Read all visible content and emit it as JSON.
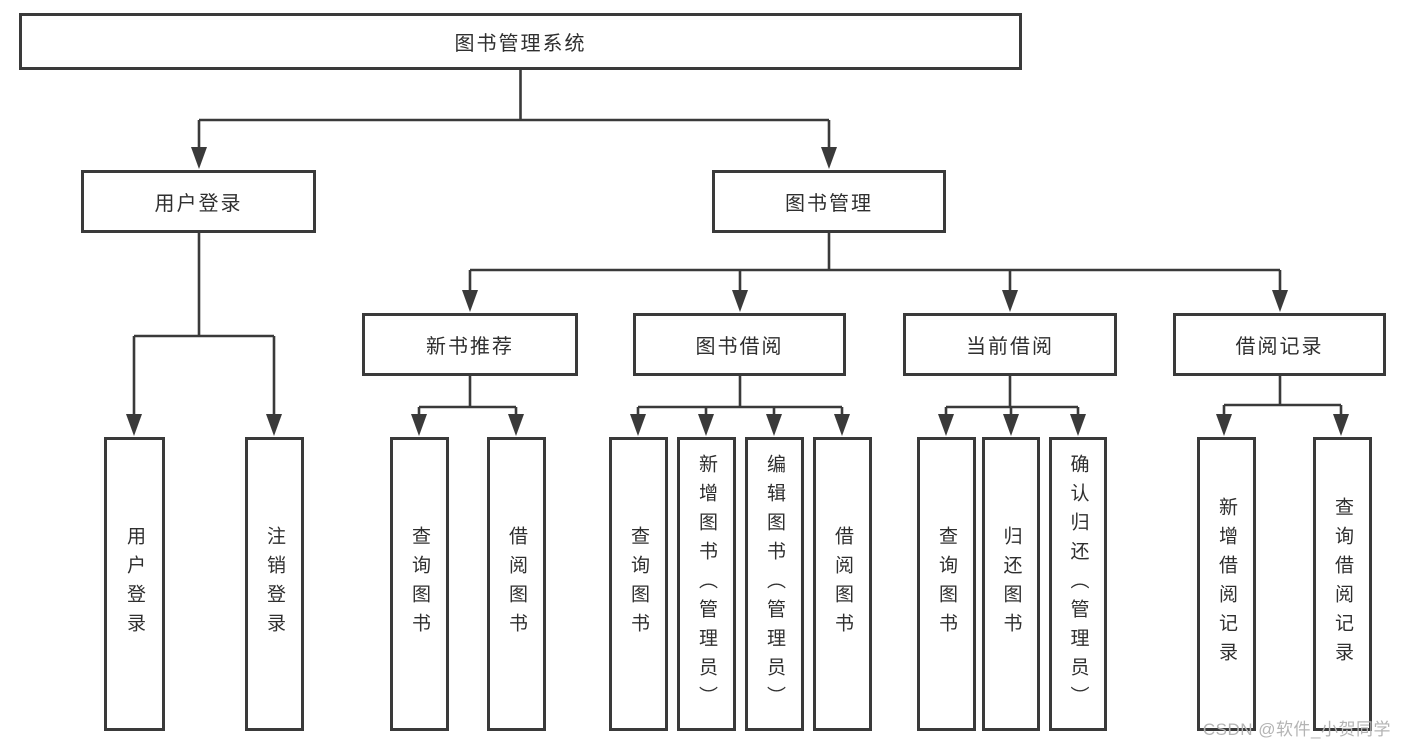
{
  "tree": {
    "root": {
      "label": "图书管理系统",
      "children": [
        {
          "label": "用户登录",
          "children": [
            {
              "label": "用户登录"
            },
            {
              "label": "注销登录"
            }
          ]
        },
        {
          "label": "图书管理",
          "children": [
            {
              "label": "新书推荐",
              "children": [
                {
                  "label": "查询图书"
                },
                {
                  "label": "借阅图书"
                }
              ]
            },
            {
              "label": "图书借阅",
              "children": [
                {
                  "label": "查询图书"
                },
                {
                  "label": "新增图书（管理员）"
                },
                {
                  "label": "编辑图书（管理员）"
                },
                {
                  "label": "借阅图书"
                }
              ]
            },
            {
              "label": "当前借阅",
              "children": [
                {
                  "label": "查询图书"
                },
                {
                  "label": "归还图书"
                },
                {
                  "label": "确认归还（管理员）"
                }
              ]
            },
            {
              "label": "借阅记录",
              "children": [
                {
                  "label": "新增借阅记录"
                },
                {
                  "label": "查询借阅记录"
                }
              ]
            }
          ]
        }
      ]
    }
  },
  "watermark": "CSDN @软件_小贺同学",
  "colors": {
    "line": "#3a3a3a",
    "text": "#2f2f2f",
    "watermark": "#b4b4b4",
    "background": "#ffffff"
  }
}
